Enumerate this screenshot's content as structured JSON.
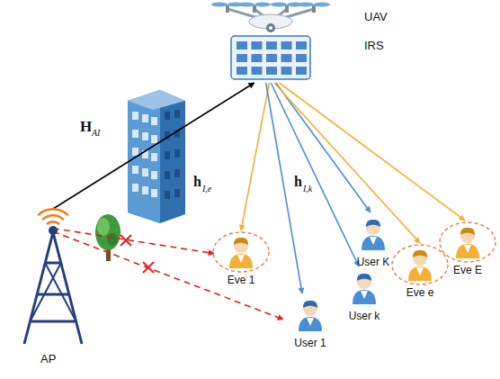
{
  "diagram": {
    "nodes": [
      {
        "text": [
          "UAV"
        ]
      },
      {
        "text": [
          "IRS"
        ]
      },
      {
        "text": [
          "AP"
        ]
      },
      {
        "text": [
          "Eve 1"
        ]
      },
      {
        "text": [
          "User 1"
        ]
      },
      {
        "text": [
          "User k"
        ]
      },
      {
        "text": [
          "User K"
        ]
      },
      {
        "text": [
          "Eve e"
        ]
      },
      {
        "text": [
          "Eve E"
        ]
      }
    ],
    "edges": [
      {
        "from": 2,
        "to": 1,
        "arrow": "to"
      },
      {
        "from": 1,
        "to": 3,
        "arrow": "to"
      },
      {
        "from": 1,
        "to": 4,
        "arrow": "to"
      },
      {
        "from": 1,
        "to": 5,
        "arrow": "to"
      },
      {
        "from": 1,
        "to": 6,
        "arrow": "to"
      },
      {
        "from": 1,
        "to": 7,
        "arrow": "to"
      },
      {
        "from": 1,
        "to": 8,
        "arrow": "to"
      },
      {
        "from": 2,
        "to": 3,
        "arrow": "to"
      },
      {
        "from": 2,
        "to": 4,
        "arrow": "to"
      }
    ],
    "labels": [
      "H",
      "AI",
      "h",
      "I,e",
      "h",
      "I,k"
    ]
  }
}
